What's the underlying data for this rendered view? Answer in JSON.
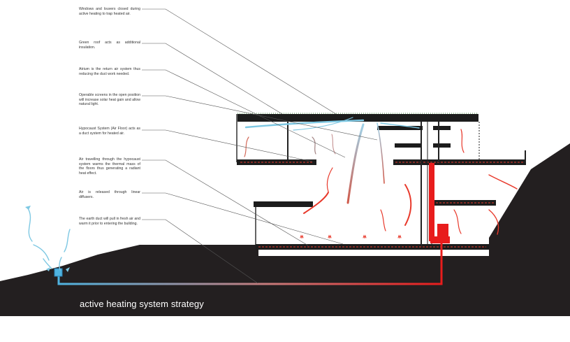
{
  "annotations": [
    "Windows and louvers closed during active heating to trap heated air.",
    "Green roof acts as additional insulation.",
    "Atrium is the return air system thus reducing the duct work needed.",
    "Operable screens in the open position will increase solar heat gain and allow natural light.",
    "Hypocaust System (Air Floor) acts as a duct system for heated air.",
    "Air travelling through the hypocaust system warms the thermal mass of the floors thus generating a radiant heat effect.",
    "Air is released through linear diffusers.",
    "The earth duct will pull in fresh air and warm it prior to entering the building."
  ],
  "caption": "active heating system strategy",
  "colors": {
    "ground": "#231f20",
    "cold_air": "#7ec8e3",
    "warm_air": "#e8392b",
    "duct_cold": "#4fb3e0",
    "duct_hot": "#e81c1c",
    "leader_line": "#555555"
  },
  "icons": [
    "intake-icon",
    "air-flow-arrows",
    "leader-lines"
  ]
}
